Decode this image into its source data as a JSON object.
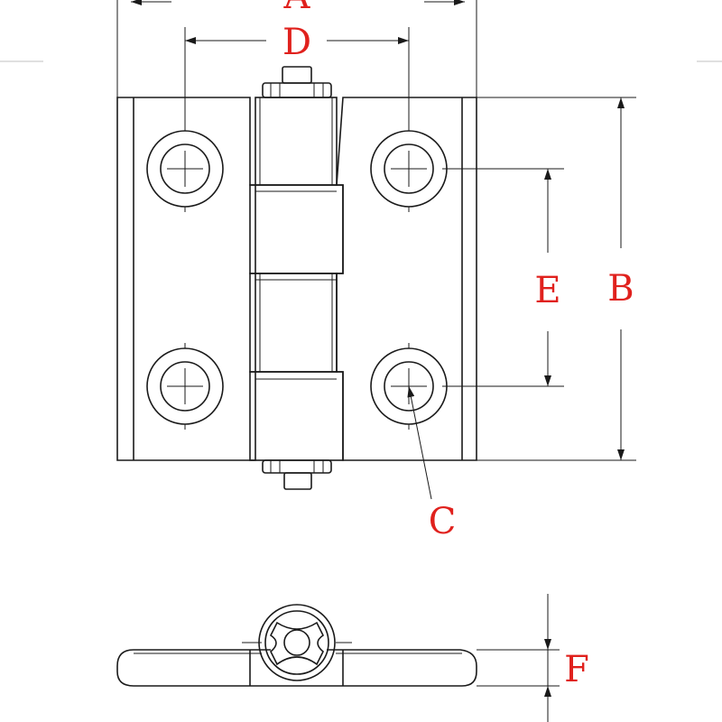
{
  "labels": {
    "a": "A",
    "b": "B",
    "c": "C",
    "d": "D",
    "e": "E",
    "f": "F"
  },
  "colors": {
    "label": "#e0211d",
    "line": "#1a1a1a",
    "background": "#ffffff"
  }
}
